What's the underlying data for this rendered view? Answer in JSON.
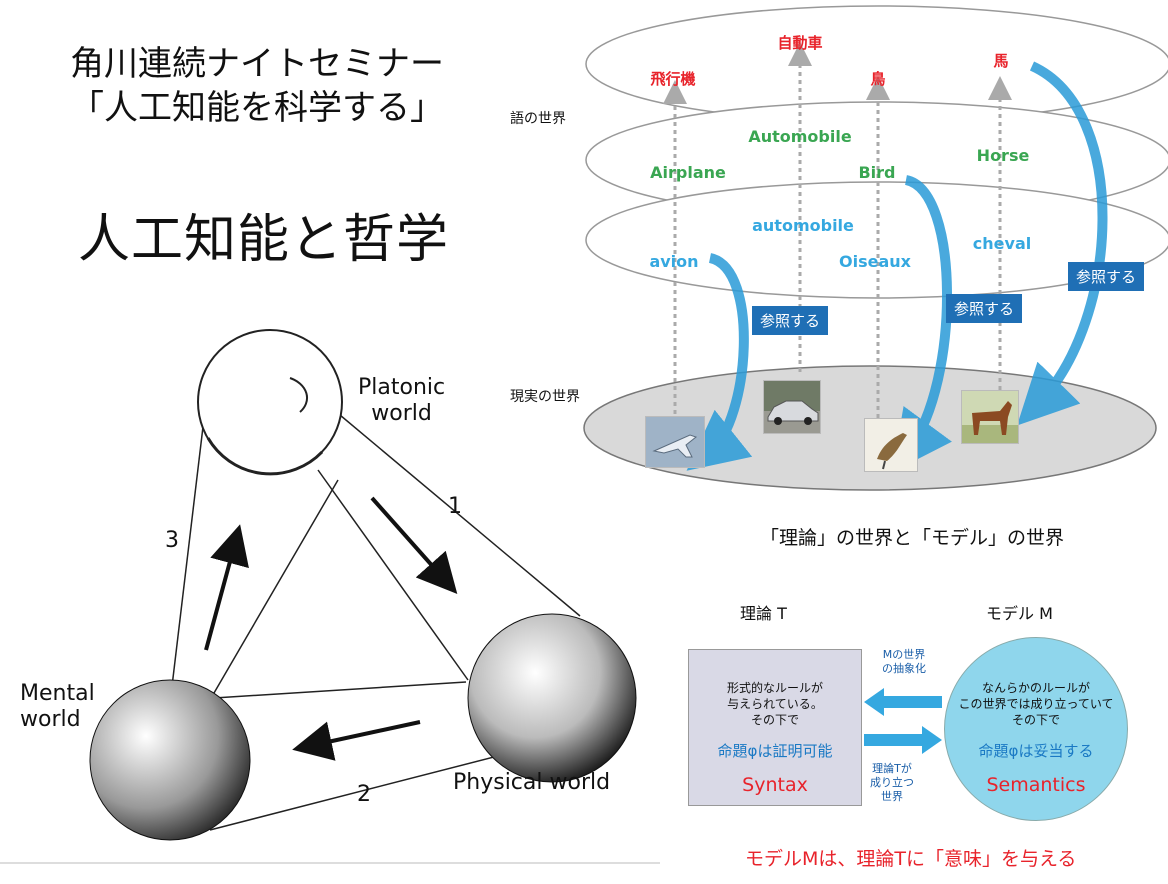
{
  "header": {
    "series_line1": "角川連続ナイトセミナー",
    "series_line2": "「人工知能を科学する」",
    "main_title": "人工知能と哲学"
  },
  "penrose": {
    "platonic_line1": "Platonic",
    "platonic_line2": "world",
    "mental_line1": "Mental",
    "mental_line2": "world",
    "physical": "Physical world",
    "arrow1": "1",
    "arrow2": "2",
    "arrow3": "3"
  },
  "levels": {
    "word_world": "語の世界",
    "real_world": "現実の世界",
    "japanese": [
      "飛行機",
      "自動車",
      "鳥",
      "馬"
    ],
    "english": [
      "Airplane",
      "Automobile",
      "Bird",
      "Horse"
    ],
    "french": [
      "avion",
      "automobile",
      "Oiseaux",
      "cheval"
    ],
    "refer": "参照する"
  },
  "photos": [
    "airplane-photo",
    "car-photo",
    "bird-photo",
    "horse-photo"
  ],
  "theory_model": {
    "caption": "「理論」の世界と「モデル」の世界",
    "theory_head": "理論 T",
    "model_head": "モデル M",
    "theory_line1": "形式的なルールが",
    "theory_line2": "与えられている。",
    "theory_line3": "その下で",
    "theory_prop": "命題φは証明可能",
    "syntax": "Syntax",
    "model_line1": "なんらかのルールが",
    "model_line2": "この世界では成り立っていて",
    "model_line3": "その下で",
    "model_prop": "命題φは妥当する",
    "semantics": "Semantics",
    "abstraction_line1": "Mの世界",
    "abstraction_line2": "の抽象化",
    "holds_line1": "理論Tが",
    "holds_line2": "成り立つ",
    "holds_line3": "世界",
    "bottom_note": "モデルMは、理論Tに「意味」を与える"
  },
  "colors": {
    "japanese": "#e8232b",
    "english": "#3aa652",
    "french": "#35a8e0",
    "callout": "#1f6fb5"
  }
}
